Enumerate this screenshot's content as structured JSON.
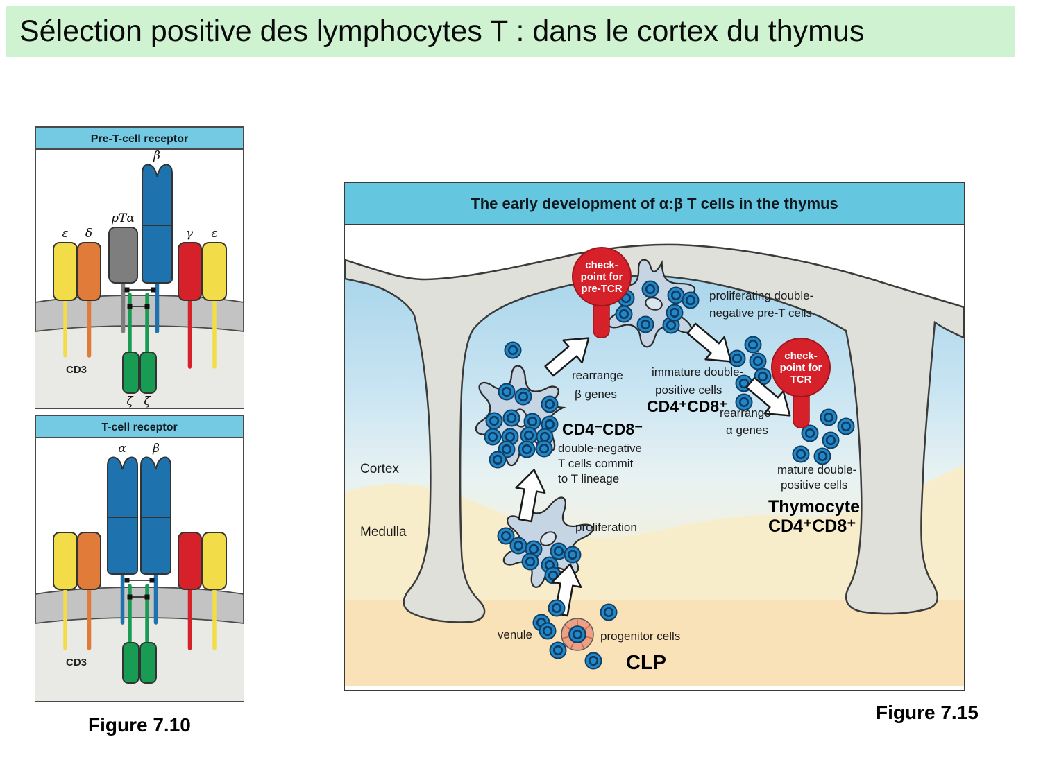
{
  "title": "Sélection positive des lymphocytes T : dans le cortex du thymus",
  "fig710": {
    "caption": "Figure 7.10",
    "pre_tcr_panel": {
      "header": "Pre-T-cell receptor",
      "chain_labels": {
        "epsilon_left": "ε",
        "delta": "δ",
        "pt_alpha": "pTα",
        "beta": "β",
        "gamma": "γ",
        "epsilon_right": "ε"
      },
      "cd3": "CD3",
      "zeta_left": "ζ",
      "zeta_right": "ζ"
    },
    "tcr_panel": {
      "header": "T-cell receptor",
      "chain_labels": {
        "alpha": "α",
        "beta": "β"
      },
      "cd3": "CD3"
    }
  },
  "fig715": {
    "caption": "Figure 7.15",
    "header": "The early development of α:β T cells in the thymus",
    "region_labels": {
      "cortex": "Cortex",
      "medulla": "Medulla"
    },
    "checkpoints": {
      "pre_tcr": [
        "check-",
        "point for",
        "pre-TCR"
      ],
      "tcr": [
        "check-",
        "point for",
        "TCR"
      ]
    },
    "stage_labels": {
      "proliferating": [
        "proliferating double-",
        "negative pre-T cells"
      ],
      "rearrange_beta": [
        "rearrange",
        "β genes"
      ],
      "immature": [
        "immature double-",
        "positive cells"
      ],
      "immature_phenotype": "CD4⁺CD8⁺",
      "rearrange_alpha": [
        "rearrange",
        "α genes"
      ],
      "dn_phenotype": "CD4⁻CD8⁻",
      "double_negative": [
        "double-negative",
        "T cells commit",
        "to T lineage"
      ],
      "mature": [
        "mature double-",
        "positive cells"
      ],
      "thymocyte": [
        "Thymocyte",
        "CD4⁺CD8⁺"
      ],
      "proliferation": "proliferation",
      "venule": "venule",
      "progenitor_cells": "progenitor cells",
      "clp": "CLP"
    }
  },
  "colors": {
    "title_bg": "#CFF2D0",
    "panel_header_blue": "#65C6E0",
    "checkpoint_red": "#D6212A",
    "cell_blue": "#2287C6",
    "capsule_gray": "#E0E0DB",
    "medulla_cream": "#F8EDCB",
    "chain_blue": "#1E72AE",
    "chain_yellow": "#F2DD49",
    "chain_orange": "#E07B39",
    "chain_red": "#D6212A",
    "chain_green": "#189C53",
    "chain_gray": "#7E7E7E"
  }
}
